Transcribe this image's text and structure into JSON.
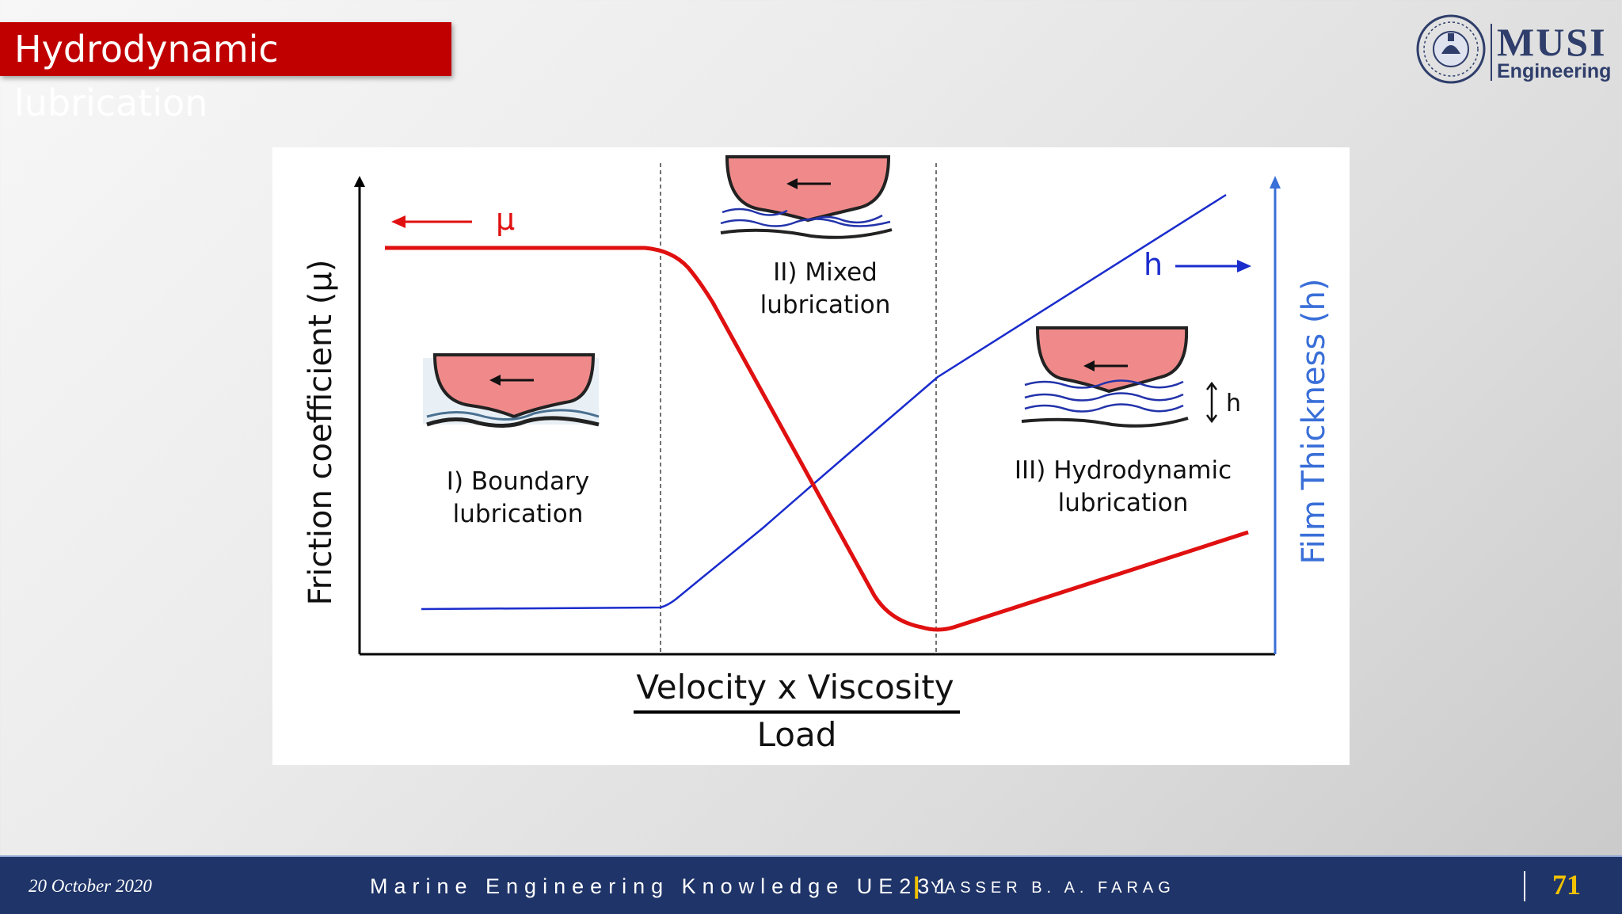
{
  "slide": {
    "title": "Hydrodynamic lubrication"
  },
  "logo": {
    "name": "MUSI",
    "sub": "Engineering"
  },
  "diagram": {
    "y_left_label": "Friction coefficient (µ)",
    "y_right_label": "Film Thickness (h)",
    "x_label_top": "Velocity x Viscosity",
    "x_label_bottom": "Load",
    "mu_symbol": "µ",
    "h_symbol": "h",
    "h_gap_label": "h",
    "regions": [
      {
        "line1": "I) Boundary",
        "line2": "lubrication"
      },
      {
        "line1": "II) Mixed",
        "line2": "lubrication"
      },
      {
        "line1": "III) Hydrodynamic",
        "line2": "lubrication"
      }
    ],
    "colors": {
      "friction": "#e01010",
      "film": "#1a2ccc",
      "right_axis": "#3a6fd8",
      "asperity_fill": "#f08a8a"
    }
  },
  "footer": {
    "date": "20 October 2020",
    "course": "Marine Engineering Knowledge UE231",
    "separator": "|",
    "author": "YASSER B. A. FARAG",
    "page": "71"
  }
}
